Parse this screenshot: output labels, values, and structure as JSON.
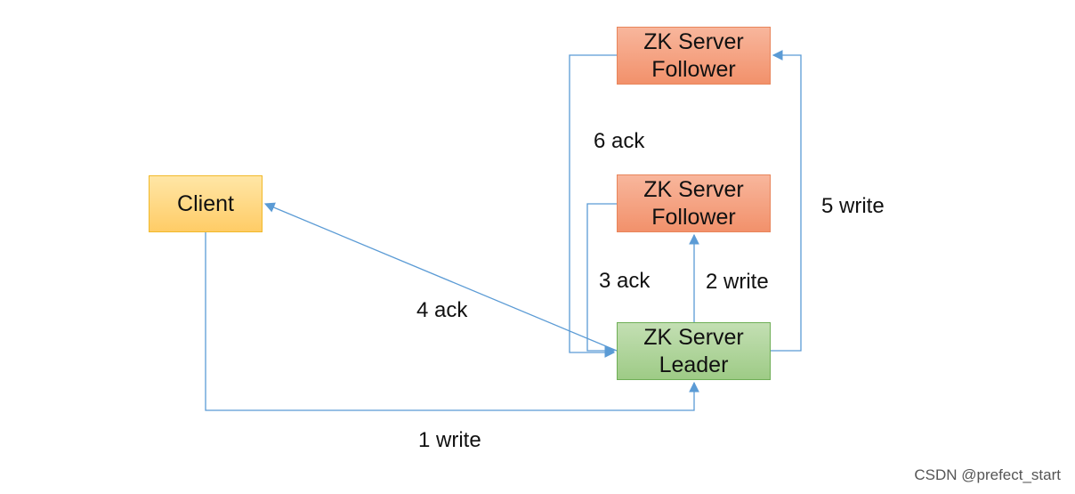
{
  "nodes": {
    "client": {
      "label": "Client",
      "color": "#ffcc66"
    },
    "follower_top": {
      "line1": "ZK Server",
      "line2": "Follower",
      "color": "#f2916b"
    },
    "follower_mid": {
      "line1": "ZK Server",
      "line2": "Follower",
      "color": "#f2916b"
    },
    "leader": {
      "line1": "ZK Server",
      "line2": "Leader",
      "color": "#9ecb86"
    }
  },
  "edges": {
    "write1": "1 write",
    "write2": "2 write",
    "ack3": "3 ack",
    "ack4": "4 ack",
    "write5": "5 write",
    "ack6": "6 ack"
  },
  "connector_color": "#5b9bd5",
  "watermark": "CSDN @prefect_start"
}
